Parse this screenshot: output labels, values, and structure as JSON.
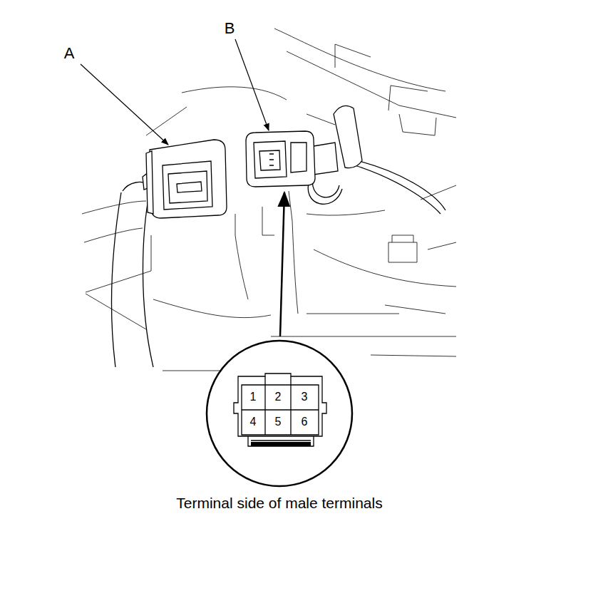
{
  "diagram": {
    "caption": "Terminal side of male terminals",
    "labels": [
      "A",
      "B",
      "1",
      "2",
      "3",
      "4",
      "5",
      "6"
    ]
  }
}
